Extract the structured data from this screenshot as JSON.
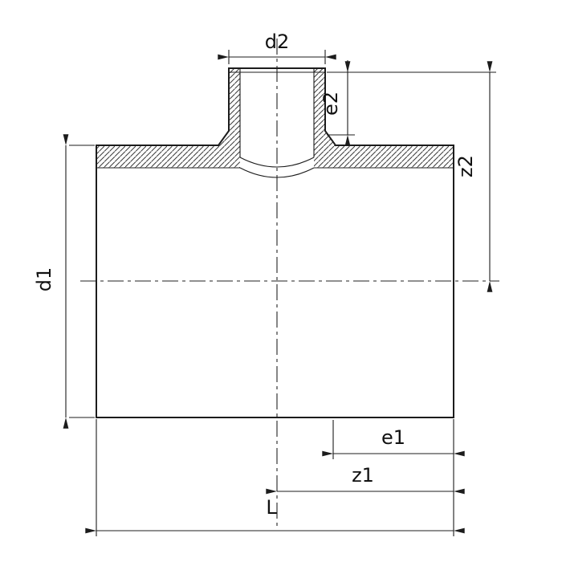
{
  "drawing": {
    "type": "technical-dimension-drawing",
    "labels": {
      "d2": "d2",
      "e2": "e2",
      "z2": "z2",
      "d1": "d1",
      "e1": "e1",
      "z1": "z1",
      "L": "L"
    },
    "colors": {
      "line": "#1c1c1c",
      "background": "#ffffff",
      "hatch": "#3a3a3a"
    }
  }
}
